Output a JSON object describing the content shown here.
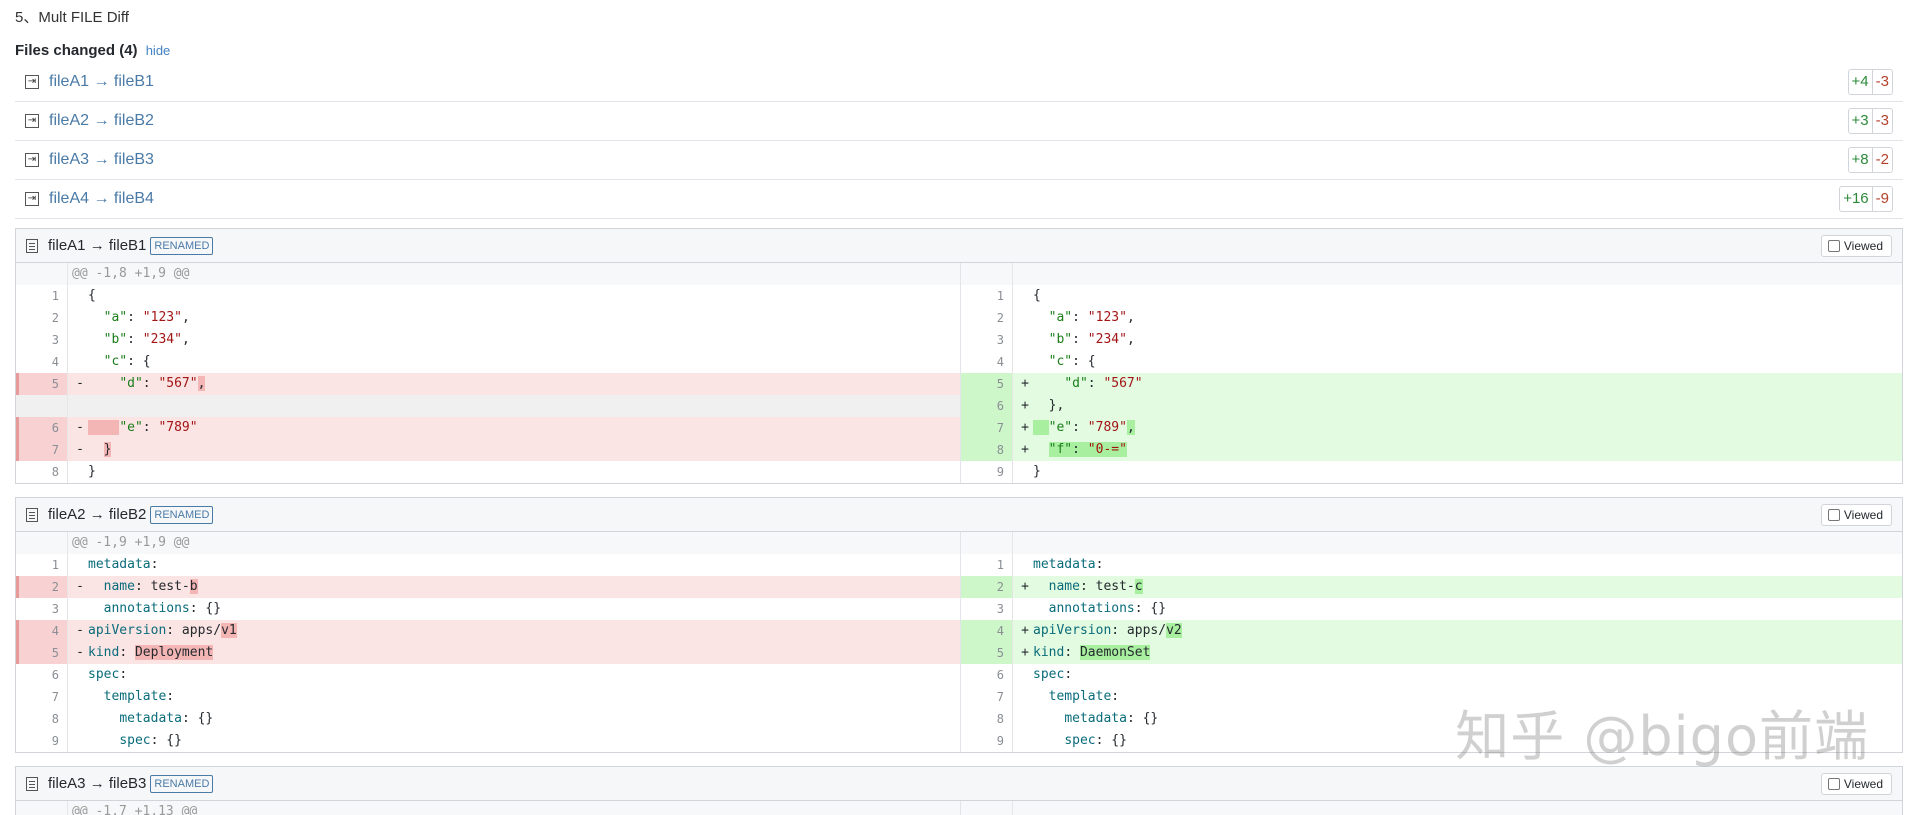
{
  "section_title": "5、Mult FILE Diff",
  "summary": {
    "title": "Files changed (4)",
    "hide_label": "hide"
  },
  "file_list": [
    {
      "name": "fileA1 → fileB1",
      "additions": "+4",
      "deletions": "-3"
    },
    {
      "name": "fileA2 → fileB2",
      "additions": "+3",
      "deletions": "-3"
    },
    {
      "name": "fileA3 → fileB3",
      "additions": "+8",
      "deletions": "-2"
    },
    {
      "name": "fileA4 → fileB4",
      "additions": "+16",
      "deletions": "-9"
    }
  ],
  "diffs": [
    {
      "name": "fileA1 → fileB1",
      "badge": "RENAMED",
      "viewed_label": "Viewed",
      "hunk": "@@ -1,8 +1,9 @@"
    },
    {
      "name": "fileA2 → fileB2",
      "badge": "RENAMED",
      "viewed_label": "Viewed",
      "hunk": "@@ -1,9 +1,9 @@"
    },
    {
      "name": "fileA3 → fileB3",
      "badge": "RENAMED",
      "viewed_label": "Viewed",
      "hunk": "@@ -1,7 +1,13 @@"
    }
  ],
  "watermark": "知乎 @bigo前端"
}
